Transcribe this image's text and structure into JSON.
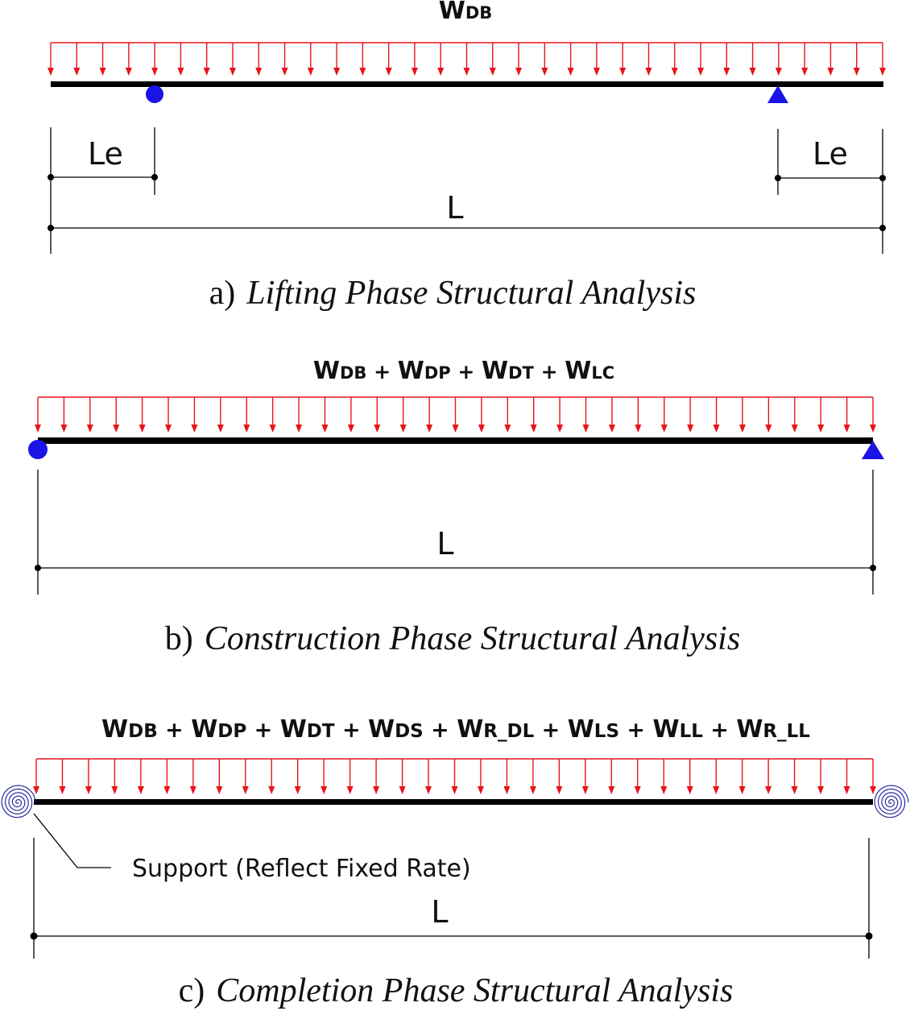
{
  "colors": {
    "beam": "#000000",
    "load": "#e8141b",
    "support": "#1a14e6",
    "dimension": "#000000",
    "spring": "#2a2aa0"
  },
  "panels": [
    {
      "id": "a",
      "load_terms": [
        {
          "main": "W",
          "sub": "DB"
        }
      ],
      "le_label_left": "Le",
      "le_label_right": "Le",
      "length_label": "L",
      "caption_prefix": "a)",
      "caption_text": "Lifting  Phase  Structural  Analysis",
      "left_support": "pin-circle",
      "right_support": "pin-triangle"
    },
    {
      "id": "b",
      "load_terms": [
        {
          "main": "W",
          "sub": "DB"
        },
        {
          "main": "W",
          "sub": "DP"
        },
        {
          "main": "W",
          "sub": "DT"
        },
        {
          "main": "W",
          "sub": "LC"
        }
      ],
      "length_label": "L",
      "caption_prefix": "b)",
      "caption_text": "Construction  Phase  Structural  Analysis",
      "left_support": "pin-circle",
      "right_support": "pin-triangle"
    },
    {
      "id": "c",
      "load_terms": [
        {
          "main": "W",
          "sub": "DB"
        },
        {
          "main": "W",
          "sub": "DP"
        },
        {
          "main": "W",
          "sub": "DT"
        },
        {
          "main": "W",
          "sub": "DS"
        },
        {
          "main": "W",
          "sub": "R_DL"
        },
        {
          "main": "W",
          "sub": "LS"
        },
        {
          "main": "W",
          "sub": "LL"
        },
        {
          "main": "W",
          "sub": "R_LL"
        }
      ],
      "support_note": "Support (Reflect Fixed Rate)",
      "length_label": "L",
      "caption_prefix": "c)",
      "caption_text": "Completion  Phase  Structural  Analysis",
      "left_support": "rotational-spring",
      "right_support": "rotational-spring"
    }
  ]
}
